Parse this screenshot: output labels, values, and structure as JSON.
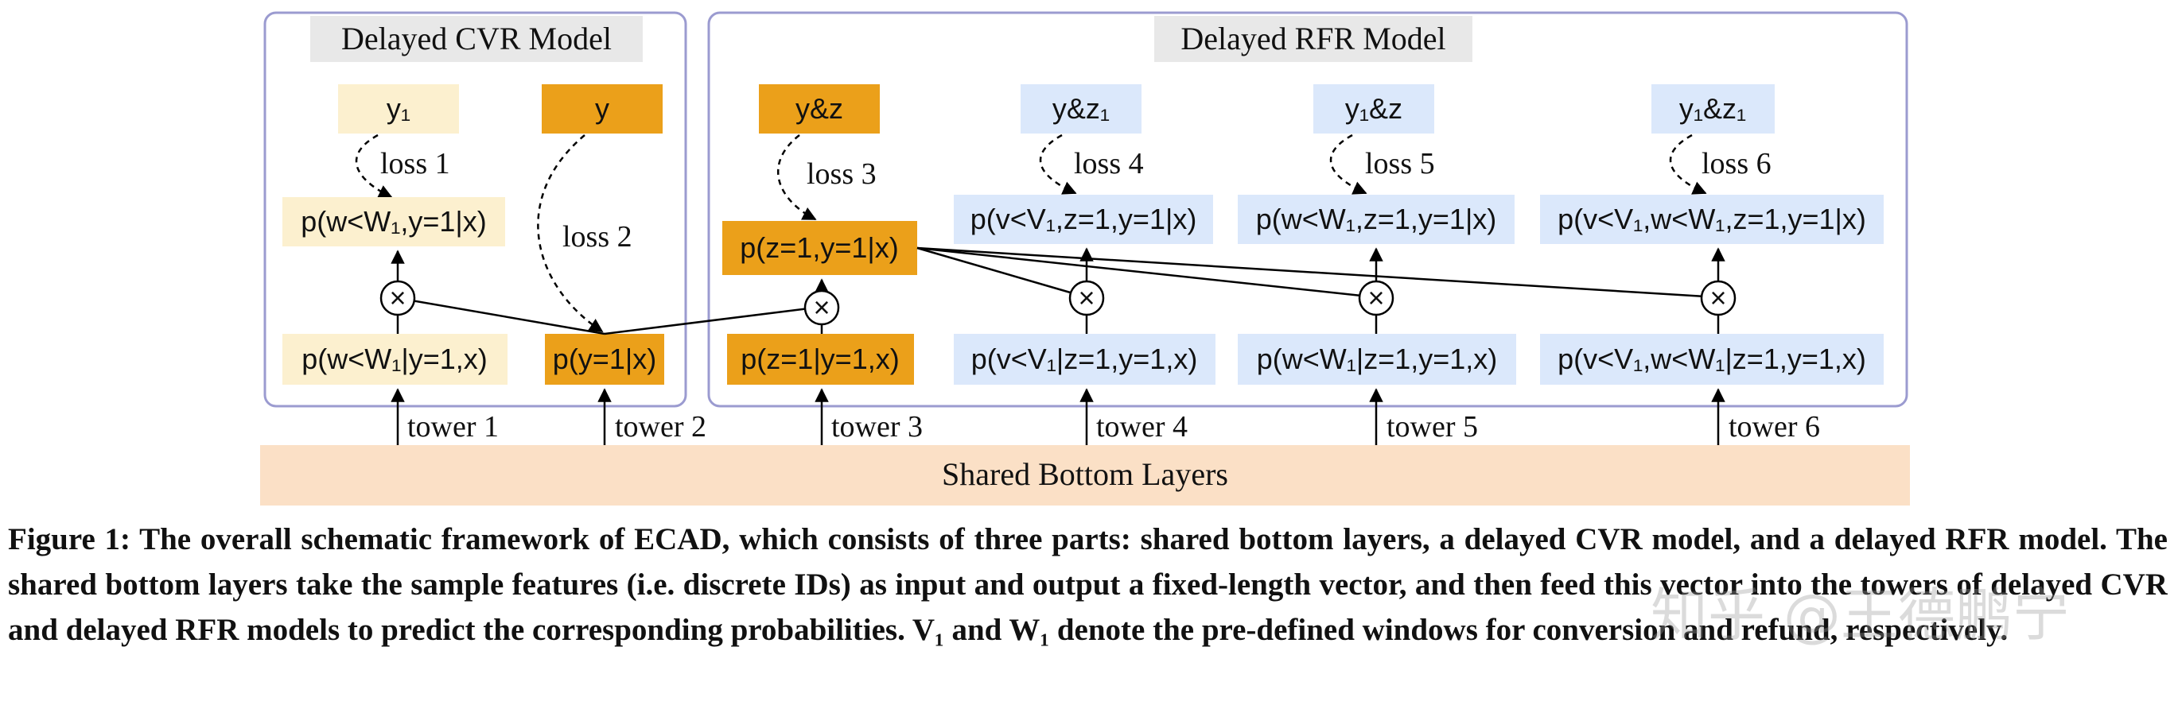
{
  "panels": {
    "cvr_title": "Delayed CVR Model",
    "rfr_title": "Delayed RFR Model",
    "shared_bottom": "Shared  Bottom Layers"
  },
  "labels": {
    "y1": "y₁",
    "y": "y",
    "yz": "y&z",
    "yz1": "y&z₁",
    "y1z": "y₁&z",
    "y1z1": "y₁&z₁"
  },
  "losses": [
    "loss 1",
    "loss 2",
    "loss 3",
    "loss 4",
    "loss 5",
    "loss 6"
  ],
  "joint_probs": {
    "p1": "p(w<W₁,y=1|x)",
    "p3": "p(z=1,y=1|x)",
    "p4": "p(v<V₁,z=1,y=1|x)",
    "p5": "p(w<W₁,z=1,y=1|x)",
    "p6": "p(v<V₁,w<W₁,z=1,y=1|x)"
  },
  "tower_outputs": {
    "t1": "p(w<W₁|y=1,x)",
    "t2": "p(y=1|x)",
    "t3": "p(z=1|y=1,x)",
    "t4": "p(v<V₁|z=1,y=1,x)",
    "t5": "p(w<W₁|z=1,y=1,x)",
    "t6": "p(v<V₁,w<W₁|z=1,y=1,x)"
  },
  "multiply_symbol": "×",
  "towers": [
    "tower 1",
    "tower 2",
    "tower 3",
    "tower 4",
    "tower 5",
    "tower 6"
  ],
  "caption": {
    "text": "Figure 1: The overall schematic framework of ECAD, which consists of three parts: shared bottom layers, a delayed CVR model, and a delayed RFR model. The shared bottom layers take the sample features (i.e. discrete IDs) as input and output a fixed-length vector, and then feed this vector into the towers of delayed CVR and delayed RFR models to predict the corresponding probabilities. V₁ and W₁ denote the pre-defined windows for conversion and refund, respectively."
  },
  "watermark": "知乎 @王德鹏宁",
  "colors": {
    "panel_border": "#9b9bd0",
    "title_bg": "#e8e8e8",
    "light_yellow": "#fcf0cf",
    "orange": "#eba01a",
    "light_blue": "#dbe8fb",
    "shared_bottom": "#fbe0c6",
    "line": "#000000"
  }
}
